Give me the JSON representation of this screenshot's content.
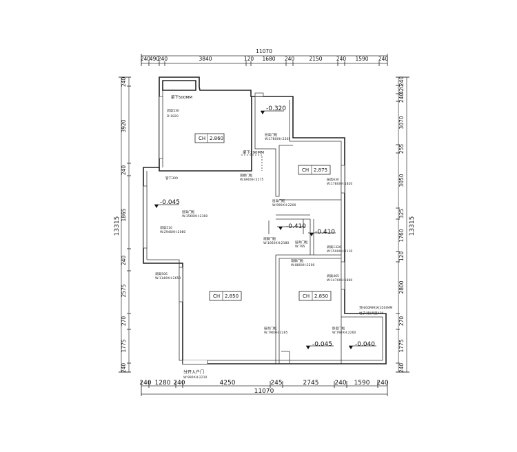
{
  "dims": {
    "top": {
      "total": "11070",
      "segments": [
        "240",
        "490",
        "240",
        "3840",
        "120",
        "1680",
        "240",
        "2150",
        "240",
        "1590",
        "240"
      ]
    },
    "bottom": {
      "total": "11070",
      "segments": [
        "240",
        "1280",
        "240",
        "4250",
        "245",
        "2745",
        "240",
        "1590",
        "240"
      ]
    },
    "left": {
      "total": "13315",
      "segments": [
        "240",
        "3920",
        "240",
        "1865",
        "240",
        "2575",
        "270",
        "1775",
        "240"
      ]
    },
    "right": {
      "total": "13315",
      "segments": [
        "240",
        "420",
        "240",
        "3070",
        "255",
        "3050",
        "325",
        "1760",
        "120",
        "2800",
        "270",
        "1775",
        "240"
      ]
    }
  },
  "ceilings": [
    {
      "label": "CH",
      "value": "2.860"
    },
    {
      "label": "CH",
      "value": "2.875"
    },
    {
      "label": "CH",
      "value": "2.850"
    },
    {
      "label": "CH",
      "value": "2.850"
    }
  ],
  "levels": [
    "-0.320",
    "-0.045",
    "-0.410",
    "-0.410",
    "-0.045",
    "-0.040"
  ],
  "labels": {
    "beam_500": "梁下500MM",
    "beam_290": "梁下290MM",
    "entry_door": "分开入户门",
    "entry_door_size": "W:990XH:2210",
    "pipe": "管下300",
    "top_right_note_1": "顶(600MM)X(350)MM",
    "top_right_note_2": "柱子(墙)高度420"
  },
  "notes": [
    "调高530",
    "D:1820",
    "层高门框",
    "W:1780XH:2205",
    "观察门框",
    "W:890XH:2175",
    "层高630",
    "W:1780XH:1820",
    "层高门框",
    "W:3560XH:2360",
    "层高门框",
    "W:990XH:2200",
    "调高510",
    "W:2940XH:2080",
    "观察门框",
    "W:1060XH:2180",
    "层高门框",
    "W:795",
    "调高1320",
    "W:1500XH:2110",
    "观察门框",
    "W:880XH:2200",
    "调高465",
    "W:1470XH:1860",
    "调高506",
    "W:1140XH:2650",
    "层高门框",
    "W:790XH:2265",
    "卧室门框",
    "W:790XH:2260"
  ]
}
